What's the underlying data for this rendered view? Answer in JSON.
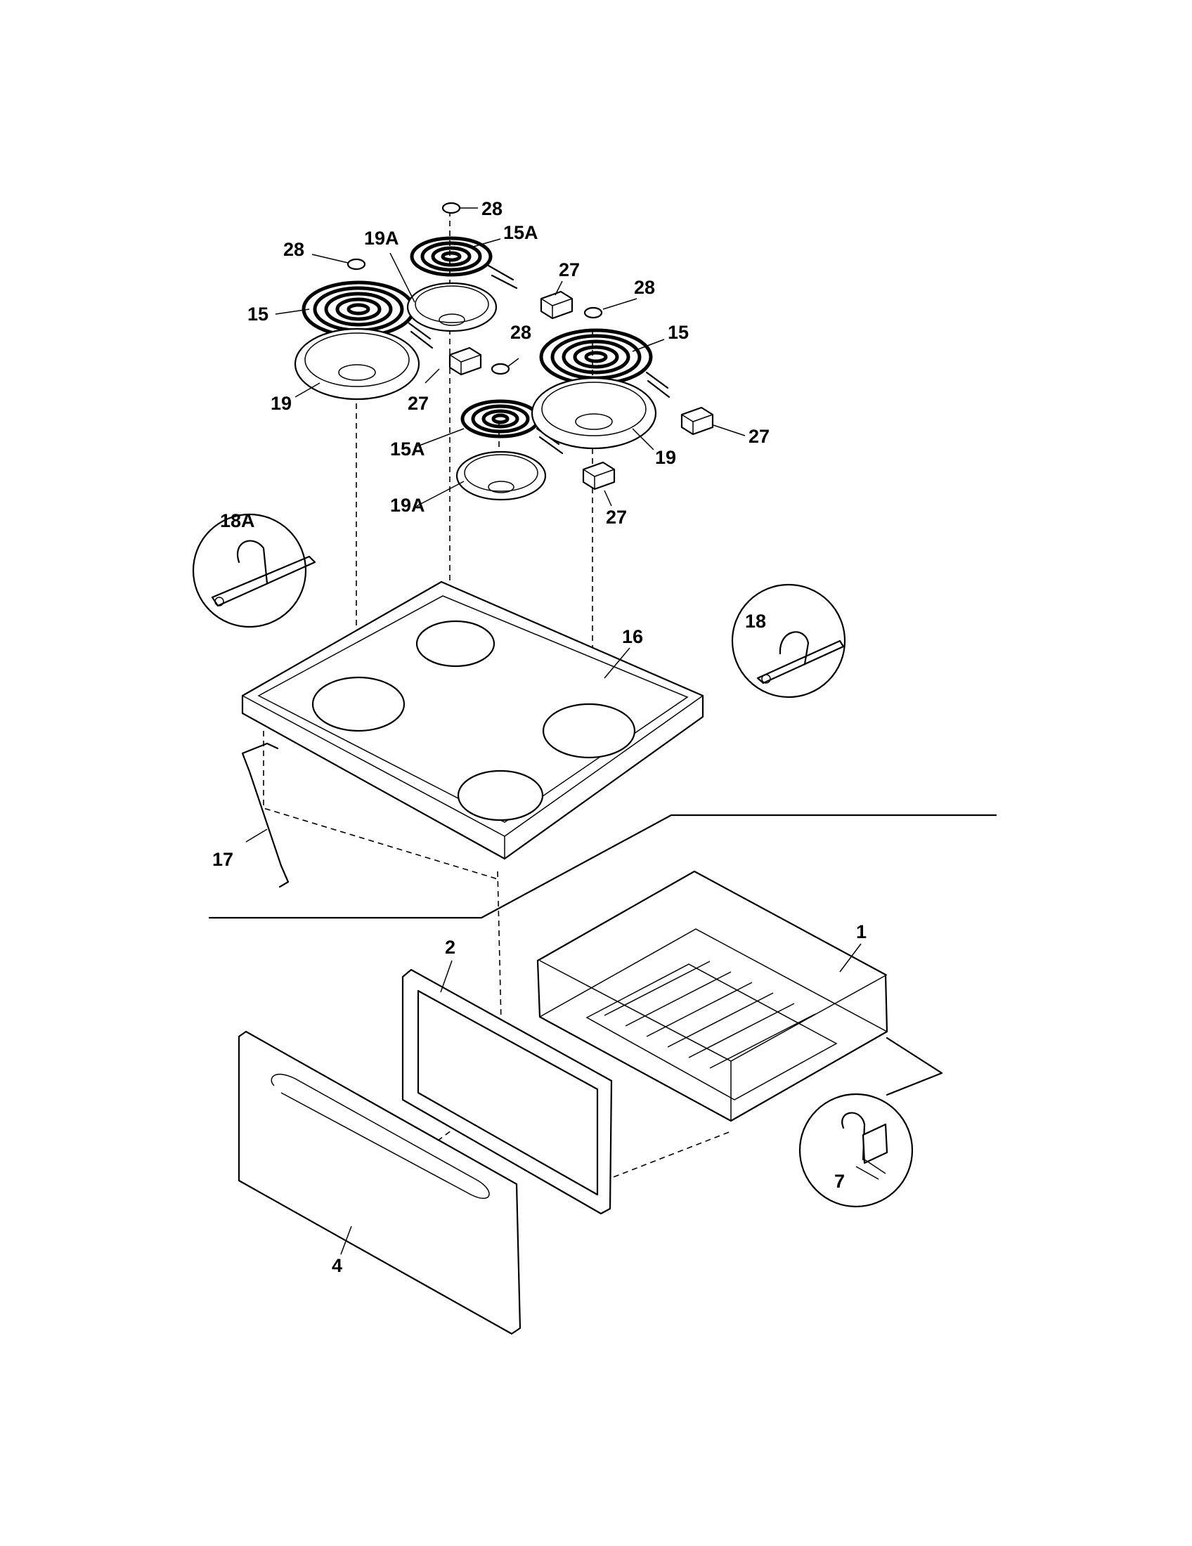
{
  "callouts": {
    "c28a": "28",
    "c28b": "28",
    "c28c": "28",
    "c28d": "28",
    "c19a_top": "19A",
    "c15a_top": "15A",
    "c27a": "27",
    "c15_left": "15",
    "c15_right": "15",
    "c19_left": "19",
    "c27b": "27",
    "c15a_mid": "15A",
    "c19_right": "19",
    "c27c": "27",
    "c19a_mid": "19A",
    "c27d": "27",
    "c18a": "18A",
    "c16": "16",
    "c18": "18",
    "c17": "17",
    "c2": "2",
    "c1": "1",
    "c7": "7",
    "c4": "4"
  }
}
